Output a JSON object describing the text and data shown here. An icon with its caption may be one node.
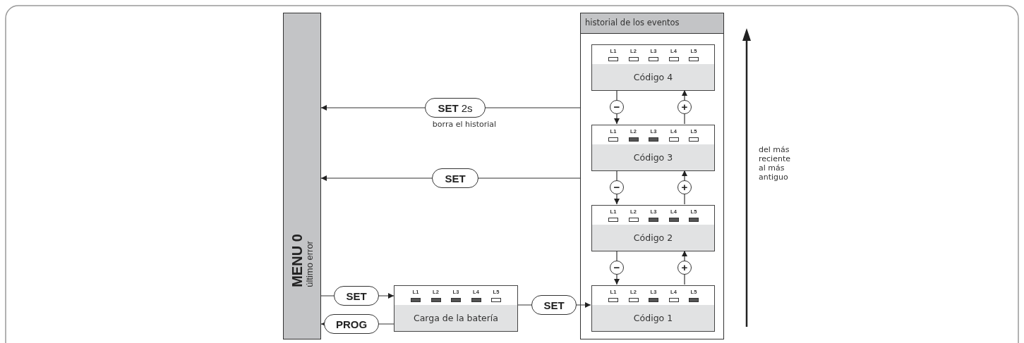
{
  "diagram": {
    "nodes": [
      {
        "text": [
          "MENU 0",
          "último error"
        ]
      },
      {
        "text": [
          "historial de los eventos"
        ]
      },
      {
        "text": [
          "L1",
          "L2",
          "L3",
          "L4",
          "L5",
          "Código 4"
        ],
        "in": 1
      },
      {
        "text": [
          "L1",
          "L2",
          "L3",
          "L4",
          "L5",
          "Código 3"
        ],
        "in": 1
      },
      {
        "text": [
          "L1",
          "L2",
          "L3",
          "L4",
          "L5",
          "Código 2"
        ],
        "in": 1
      },
      {
        "text": [
          "L1",
          "L2",
          "L3",
          "L4",
          "L5",
          "Código 1"
        ],
        "in": 1
      },
      {
        "text": [
          "L1",
          "L2",
          "L3",
          "L4",
          "L5",
          "Carga de la batería"
        ]
      }
    ],
    "edges": [
      {
        "from": 1,
        "to": 0,
        "arrow": "to",
        "label": "**SET** 2s"
      },
      {
        "from": 1,
        "to": 0,
        "arrow": "to",
        "label": "SET"
      },
      {
        "from": 0,
        "to": 6,
        "arrow": "to",
        "label": "SET"
      },
      {
        "from": 6,
        "to": 0,
        "arrow": "to",
        "label": "PROG"
      },
      {
        "from": 6,
        "to": 5,
        "arrow": "to",
        "label": "SET"
      },
      {
        "from": 2,
        "to": 3,
        "arrow": "to",
        "label": "−"
      },
      {
        "from": 3,
        "to": 2,
        "arrow": "to",
        "label": "+"
      },
      {
        "from": 3,
        "to": 4,
        "arrow": "to",
        "label": "−"
      },
      {
        "from": 4,
        "to": 3,
        "arrow": "to",
        "label": "+"
      },
      {
        "from": 4,
        "to": 5,
        "arrow": "to",
        "label": "−"
      },
      {
        "from": 5,
        "to": 4,
        "arrow": "to",
        "label": "+"
      }
    ],
    "labels": [
      "borra el historial",
      "del más reciente al más antiguo"
    ]
  }
}
